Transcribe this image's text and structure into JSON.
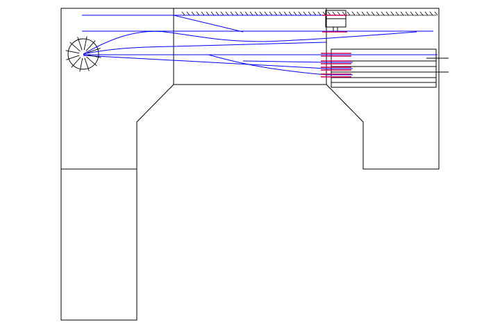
{
  "drawing": {
    "colors": {
      "outline": "#000000",
      "track": "#0000ff",
      "signal": "#cc0055",
      "background": "#ffffff"
    },
    "elements": {
      "room_outline": "room-outline",
      "tracks": "blue-track-lines",
      "turntable": "turntable-icon",
      "engine_shed": "engine-shed-icon",
      "fiddle_yard": "fiddle-yard",
      "wall_hatching": "wall-hatching",
      "buffer_stops": "buffer-stop-markers"
    }
  }
}
